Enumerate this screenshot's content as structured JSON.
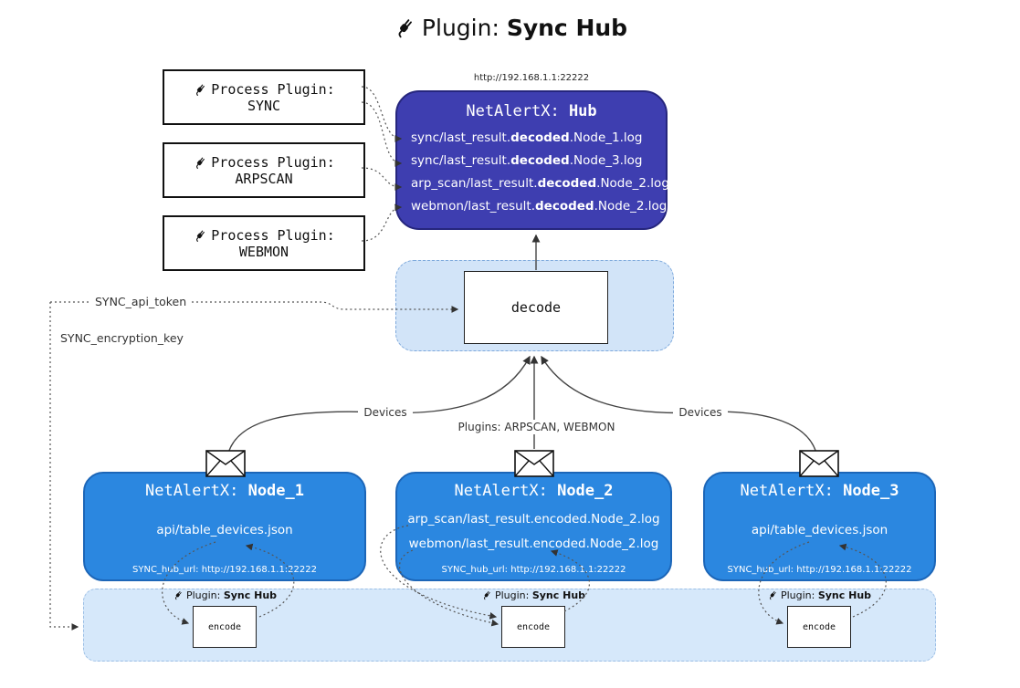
{
  "title": {
    "prefix": "Plugin: ",
    "bold": "Sync Hub"
  },
  "hub": {
    "url": "http://192.168.1.1:22222",
    "name_prefix": "NetAlertX: ",
    "name_bold": "Hub",
    "files": [
      {
        "pre": "sync/last_result.",
        "mid": "decoded",
        "post": ".Node_1.log"
      },
      {
        "pre": "sync/last_result.",
        "mid": "decoded",
        "post": ".Node_3.log"
      },
      {
        "pre": "arp_scan/last_result.",
        "mid": "decoded",
        "post": ".Node_2.log"
      },
      {
        "pre": "webmon/last_result.",
        "mid": "decoded",
        "post": ".Node_2.log"
      }
    ]
  },
  "process_plugins": [
    {
      "label": "Process Plugin:",
      "name": "SYNC"
    },
    {
      "label": "Process Plugin:",
      "name": "ARPSCAN"
    },
    {
      "label": "Process Plugin:",
      "name": "WEBMON"
    }
  ],
  "decode_label": "decode",
  "secrets": {
    "api_token": "SYNC_api_token",
    "encryption_key": "SYNC_encryption_key"
  },
  "edges": {
    "left": "Devices",
    "middle": "Plugins: ARPSCAN, WEBMON",
    "right": "Devices"
  },
  "nodes": [
    {
      "name_prefix": "NetAlertX: ",
      "name_bold": "Node_1",
      "file1": "api/table_devices.json",
      "footer": "SYNC_hub_url: http://192.168.1.1:22222"
    },
    {
      "name_prefix": "NetAlertX: ",
      "name_bold": "Node_2",
      "file1": "arp_scan/last_result.encoded.Node_2.log",
      "file2": "webmon/last_result.encoded.Node_2.log",
      "footer": "SYNC_hub_url: http://192.168.1.1:22222"
    },
    {
      "name_prefix": "NetAlertX: ",
      "name_bold": "Node_3",
      "file1": "api/table_devices.json",
      "footer": "SYNC_hub_url: http://192.168.1.1:22222"
    }
  ],
  "encoders": [
    {
      "plugin_prefix": "Plugin: ",
      "plugin_bold": "Sync Hub",
      "label": "encode"
    },
    {
      "plugin_prefix": "Plugin: ",
      "plugin_bold": "Sync Hub",
      "label": "encode"
    },
    {
      "plugin_prefix": "Plugin: ",
      "plugin_bold": "Sync Hub",
      "label": "encode"
    }
  ],
  "colors": {
    "hub_fill": "#3e3eb0",
    "hub_border": "#26267d",
    "node_fill": "#2b87e0",
    "node_border": "#1c66b8",
    "panel_fill": "#d6e8fa",
    "panel_border": "#9cbfe6"
  }
}
